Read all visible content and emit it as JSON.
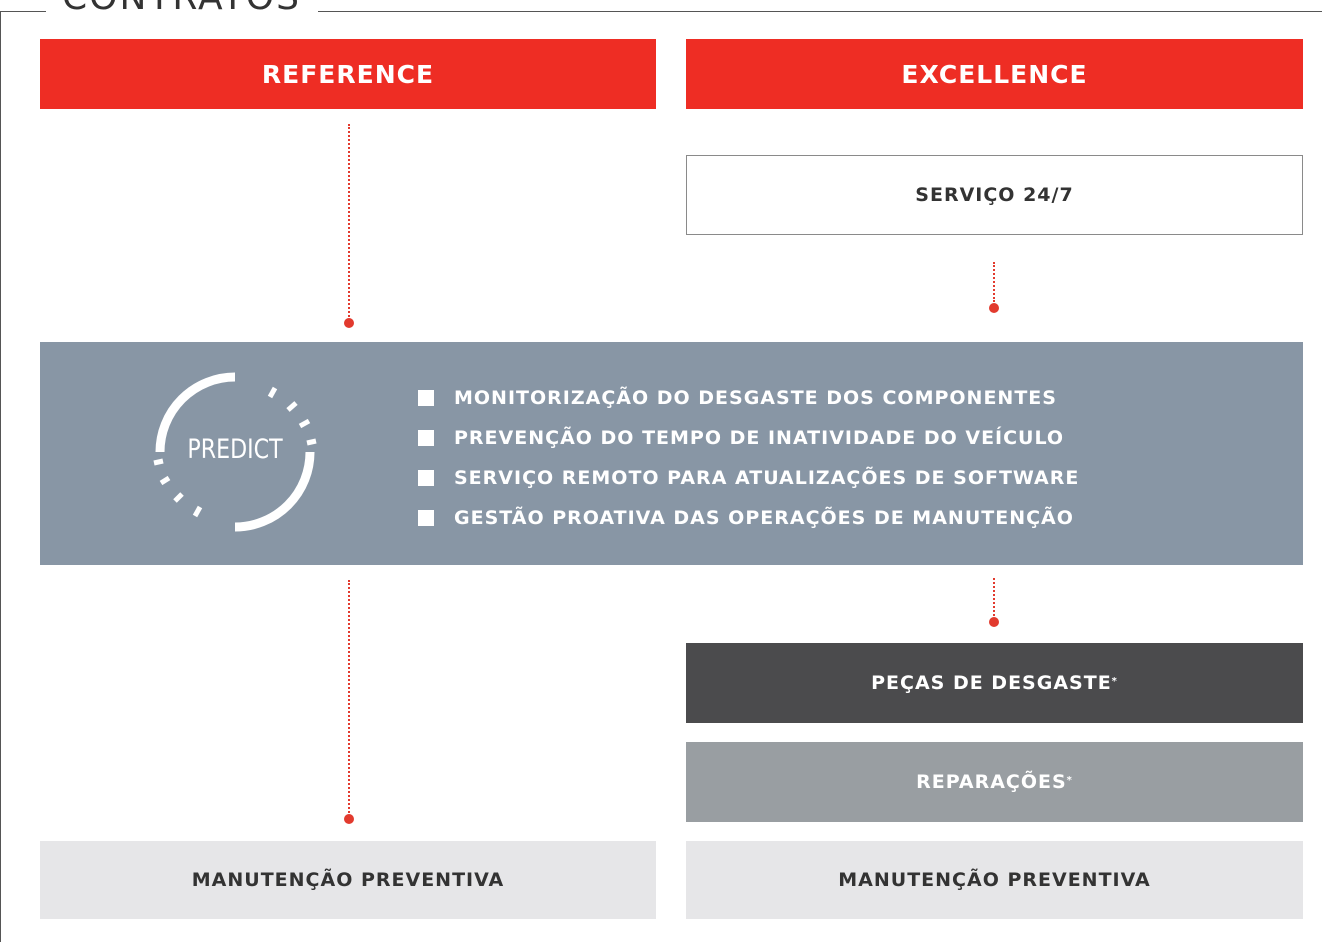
{
  "section": {
    "title": "CONTRATOS"
  },
  "columns": {
    "left": {
      "header": "REFERENCE",
      "base": "MANUTENÇÃO PREVENTIVA"
    },
    "right": {
      "header": "EXCELLENCE",
      "service": "SERVIÇO 24/7",
      "wear_parts": "PEÇAS DE DESGASTE",
      "repairs": "REPARAÇÕES",
      "base": "MANUTENÇÃO PREVENTIVA"
    }
  },
  "footnote_marker": "*",
  "predict": {
    "logo_text": "PREDICT",
    "features": [
      "MONITORIZAÇÃO DO DESGASTE DOS COMPONENTES",
      "PREVENÇÃO DO TEMPO DE INATIVIDADE DO VEÍCULO",
      "SERVIÇO REMOTO PARA ATUALIZAÇÕES DE SOFTWARE",
      "GESTÃO PROATIVA DAS OPERAÇÕES DE MANUTENÇÃO"
    ]
  },
  "colors": {
    "accent_red": "#ee2d24",
    "predict_band": "#8896a5",
    "dark_box": "#4b4b4d",
    "mid_box": "#999ea2",
    "light_box": "#e6e6e8"
  }
}
